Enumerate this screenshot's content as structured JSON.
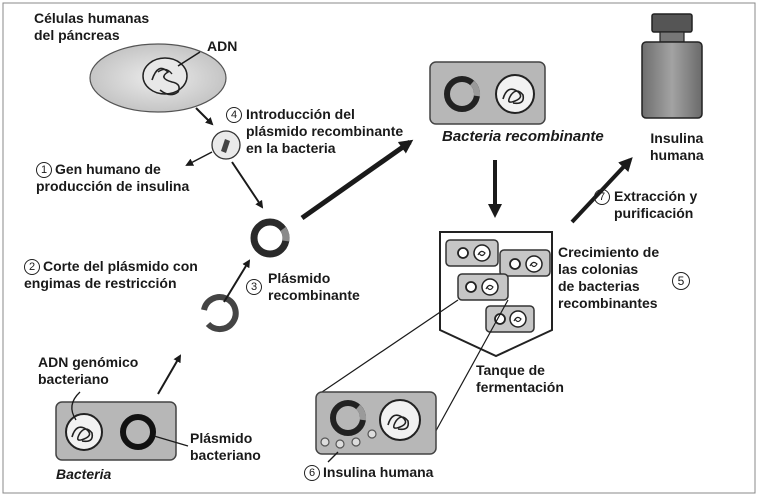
{
  "labels": {
    "pancreas": "Células humanas\ndel páncreas",
    "adn": "ADN",
    "step1_num": "1",
    "step1": "Gen humano de\nproducción de insulina",
    "step2_num": "2",
    "step2": "Corte del plásmido con\nengimas de restricción",
    "step3_num": "3",
    "step3": "Plásmido\nrecombinante",
    "step4_num": "4",
    "step4": "Introducción del\nplásmido recombinante\nen la bacteria",
    "bacteria_recombinante": "Bacteria recombinante",
    "insulina_humana_top": "Insulina\nhumana",
    "step7_num": "7",
    "step7": "Extracción y\npurificación",
    "step5_text": "Crecimiento de\nlas colonias\nde bacterias\nrecombinantes",
    "step5_num": "5",
    "tanque": "Tanque de\nfermentación",
    "step6_num": "6",
    "step6": "Insulina humana",
    "adn_genomico": "ADN genómico\nbacteriano",
    "plasmido_bacteriano": "Plásmido\nbacteriano",
    "bacteria": "Bacteria"
  },
  "colors": {
    "line": "#1a1a1a",
    "cell_fill": "#d6d6d6",
    "panel_fill": "#b5b5b5",
    "panel_light": "#cfcfcf",
    "bottle": "#8a8a8a"
  }
}
